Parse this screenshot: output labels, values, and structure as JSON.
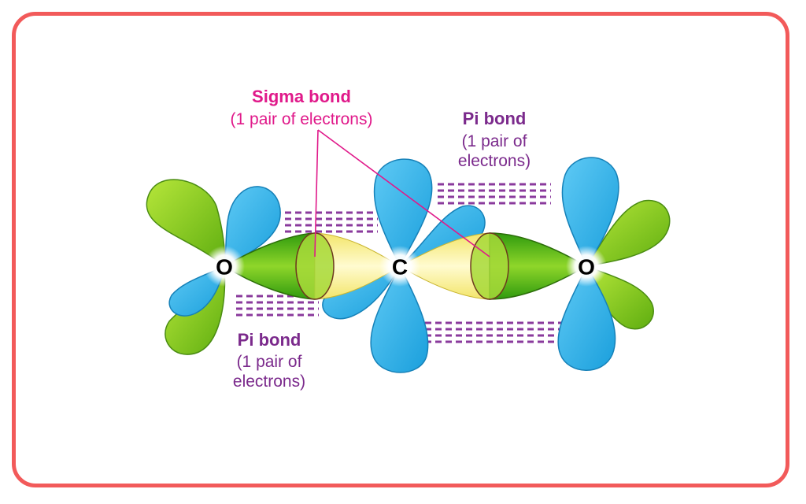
{
  "colors": {
    "border": "#f25a5a",
    "sigma_label": "#e0198a",
    "pi_label": "#7b2a8c",
    "atom_label": "#6a2784",
    "dash": "#8a3a9c",
    "lobe_blue": "#2bb3ea",
    "lobe_green": "#8fd021",
    "sigma_yellow": "#fdf6a6"
  },
  "atoms": {
    "left": "O",
    "center": "C",
    "right": "O"
  },
  "sigma": {
    "title": "Sigma bond",
    "subtitle": "(1 pair of electrons)"
  },
  "pi_top": {
    "title": "Pi bond",
    "line1": "(1 pair of",
    "line2": "electrons)"
  },
  "pi_bottom": {
    "title": "Pi bond",
    "line1": "(1 pair of",
    "line2": "electrons)"
  }
}
